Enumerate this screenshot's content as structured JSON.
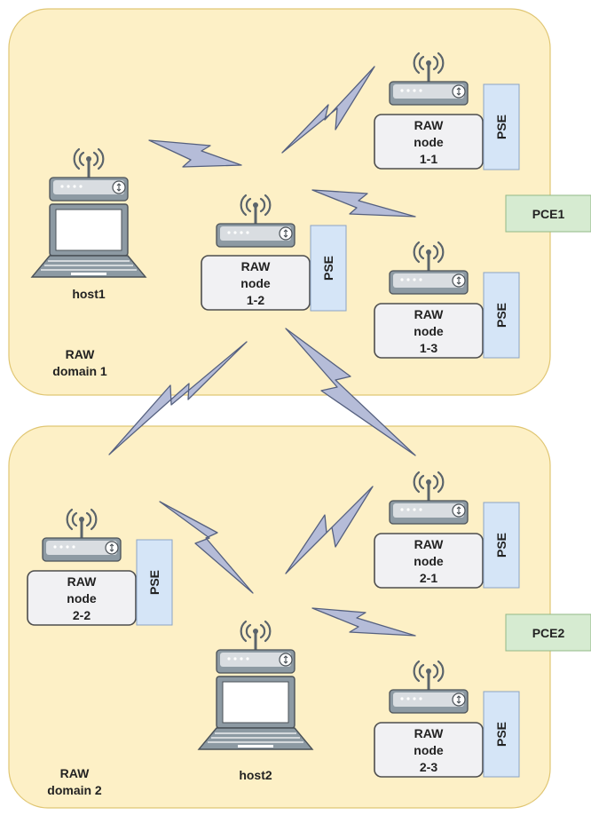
{
  "domains": [
    {
      "name": "RAW\ndomain 1"
    },
    {
      "name": "RAW\ndomain 2"
    }
  ],
  "nodes": [
    {
      "id": "1-1",
      "label": "RAW\nnode\n1-1",
      "pse": "PSE"
    },
    {
      "id": "1-2",
      "label": "RAW\nnode\n1-2",
      "pse": "PSE"
    },
    {
      "id": "1-3",
      "label": "RAW\nnode\n1-3",
      "pse": "PSE"
    },
    {
      "id": "2-1",
      "label": "RAW\nnode\n2-1",
      "pse": "PSE"
    },
    {
      "id": "2-2",
      "label": "RAW\nnode\n2-2",
      "pse": "PSE"
    },
    {
      "id": "2-3",
      "label": "RAW\nnode\n2-3",
      "pse": "PSE"
    }
  ],
  "hosts": [
    {
      "id": "host1",
      "label": "host1"
    },
    {
      "id": "host2",
      "label": "host2"
    }
  ],
  "pces": [
    {
      "label": "PCE1"
    },
    {
      "label": "PCE2"
    }
  ],
  "links": [
    {
      "from": "host1",
      "to": "1-2"
    },
    {
      "from": "1-2",
      "to": "1-1"
    },
    {
      "from": "1-2",
      "to": "1-3"
    },
    {
      "from": "1-2",
      "to": "2-2"
    },
    {
      "from": "1-2",
      "to": "2-1"
    },
    {
      "from": "2-2",
      "to": "host2"
    },
    {
      "from": "host2",
      "to": "2-1"
    },
    {
      "from": "host2",
      "to": "2-3"
    }
  ],
  "colors": {
    "domain_fill": "#fdf0c6",
    "pse_fill": "#d5e5f7",
    "pce_fill": "#d6ebd1",
    "link_fill": "#b5bcd8"
  }
}
